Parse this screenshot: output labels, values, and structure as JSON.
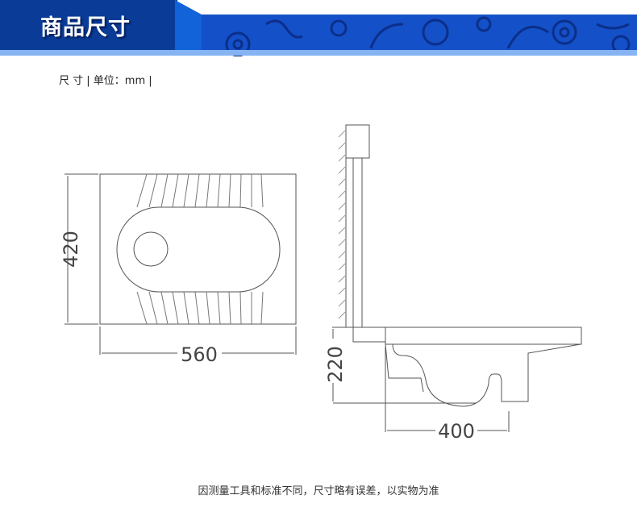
{
  "header": {
    "title": "商品尺寸",
    "colors": {
      "dark": "#0a3c97",
      "mid": "#1262d9",
      "light": "#86b4f2"
    }
  },
  "unit_label": "尺 寸 | 单位：mm |",
  "top_view": {
    "width_label": "560",
    "depth_label": "420"
  },
  "side_view": {
    "height_label": "220",
    "length_label": "400"
  },
  "note": "因测量工具和标准不同，尺寸略有误差，以实物为准"
}
